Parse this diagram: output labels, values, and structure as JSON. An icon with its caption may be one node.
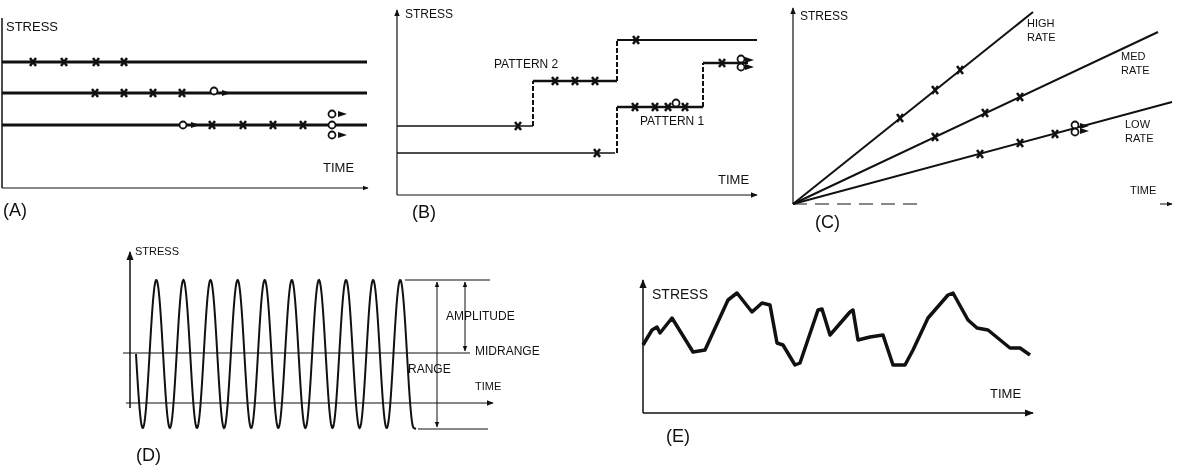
{
  "diagram": {
    "labels": [
      "STRESS",
      "TIME",
      "(A)",
      "STRESS",
      "PATTERN 2",
      "PATTERN 1",
      "TIME",
      "(B)",
      "STRESS",
      "HIGH RATE",
      "MED RATE",
      "LOW RATE",
      "TIME",
      "(C)",
      "STRESS",
      "AMPLITUDE",
      "MIDRANGE",
      "RANGE",
      "TIME",
      "(D)",
      "STRESS",
      "TIME",
      "(E)"
    ]
  }
}
